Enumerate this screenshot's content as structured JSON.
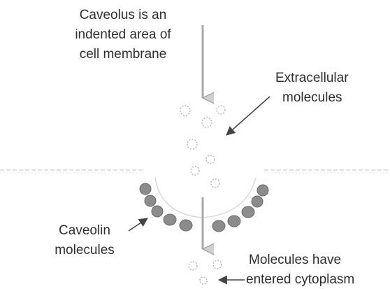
{
  "labels": {
    "caveolus": [
      "Caveolus is an",
      "indented area of",
      "cell membrane"
    ],
    "extracellular": [
      "Extracellular",
      "molecules"
    ],
    "caveolin": [
      "Caveolin",
      "molecules"
    ],
    "entered": [
      "Molecules have",
      "entered cytoplasm"
    ]
  },
  "colors": {
    "text": "#2e2e2e",
    "arrow_gray": "#a9a9a9",
    "pointer": "#444444",
    "membrane": "#d8d8d8",
    "caveolin": "#8c8c8c"
  }
}
